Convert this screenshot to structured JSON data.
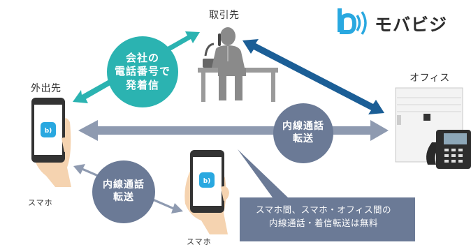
{
  "brand": {
    "name": "モバビジ",
    "logo_color": "#29a8e0"
  },
  "nodes": {
    "client": "取引先",
    "office": "オフィス",
    "outside": "外出先",
    "phone_left": "スマホ",
    "phone_bottom": "スマホ"
  },
  "bubbles": {
    "teal": {
      "line1": "会社の",
      "line2": "電話番号で",
      "line3": "発着信",
      "color": "#2bb3b1"
    },
    "gray_right": {
      "line1": "内線通話",
      "line2": "転送",
      "color": "#6b7a96"
    },
    "gray_left": {
      "line1": "内線通話",
      "line2": "転送",
      "color": "#6b7a96"
    }
  },
  "callout": {
    "line1": "スマホ間、スマホ・オフィス間の",
    "line2": "内線通話・着信転送は無料",
    "color": "#6b7a96"
  },
  "colors": {
    "teal_arrow": "#2bb3b1",
    "blue_arrow": "#1b5e96",
    "gray_arrow": "#8e9ab0",
    "person": "#8a8a8a",
    "skin": "#f5d3b0"
  }
}
